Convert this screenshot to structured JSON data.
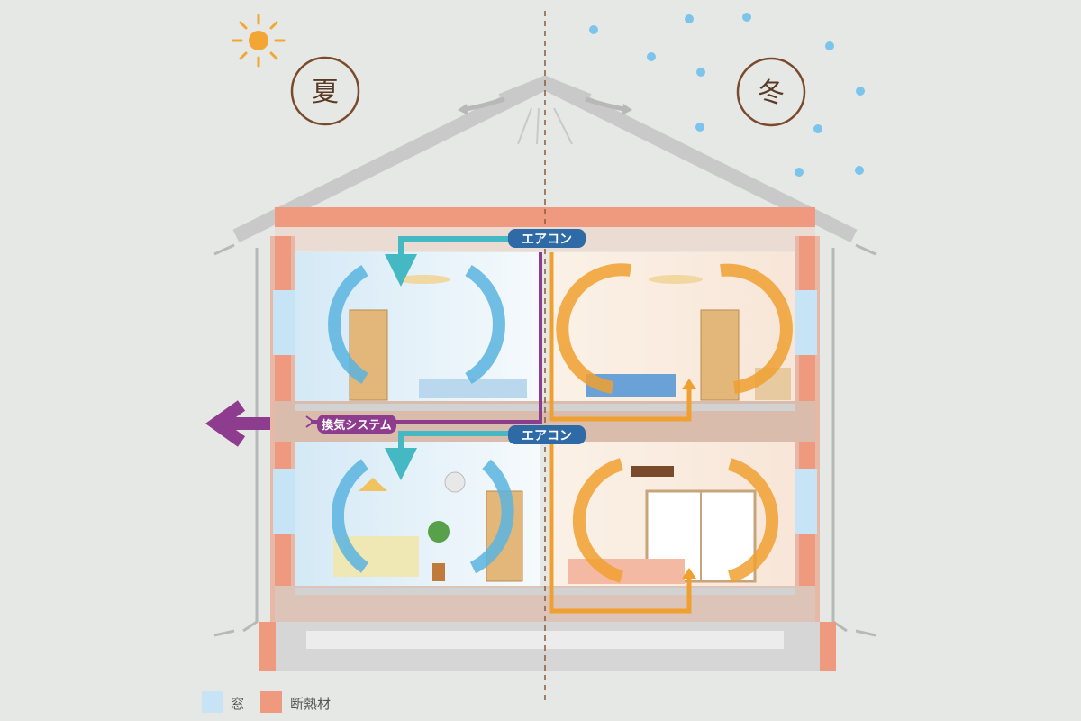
{
  "seasons": {
    "summer": "夏",
    "winter": "冬"
  },
  "labels": {
    "aircon_upper": "エアコン",
    "aircon_lower": "エアコン",
    "ventilation": "換気システム"
  },
  "legend": [
    {
      "label": "窓",
      "color": "#c6e4f5"
    },
    {
      "label": "断熱材",
      "color": "#ef9a7f"
    }
  ],
  "colors": {
    "background": "#e5e8e4",
    "cool_air": "#5ab4e0",
    "aircon_duct": "#45b9c3",
    "warm_air": "#f0a030",
    "ventilation": "#8e3d8e",
    "insulation": "#ef9a7f",
    "window": "#c6e4f5",
    "badge": "#2d6aa6"
  }
}
